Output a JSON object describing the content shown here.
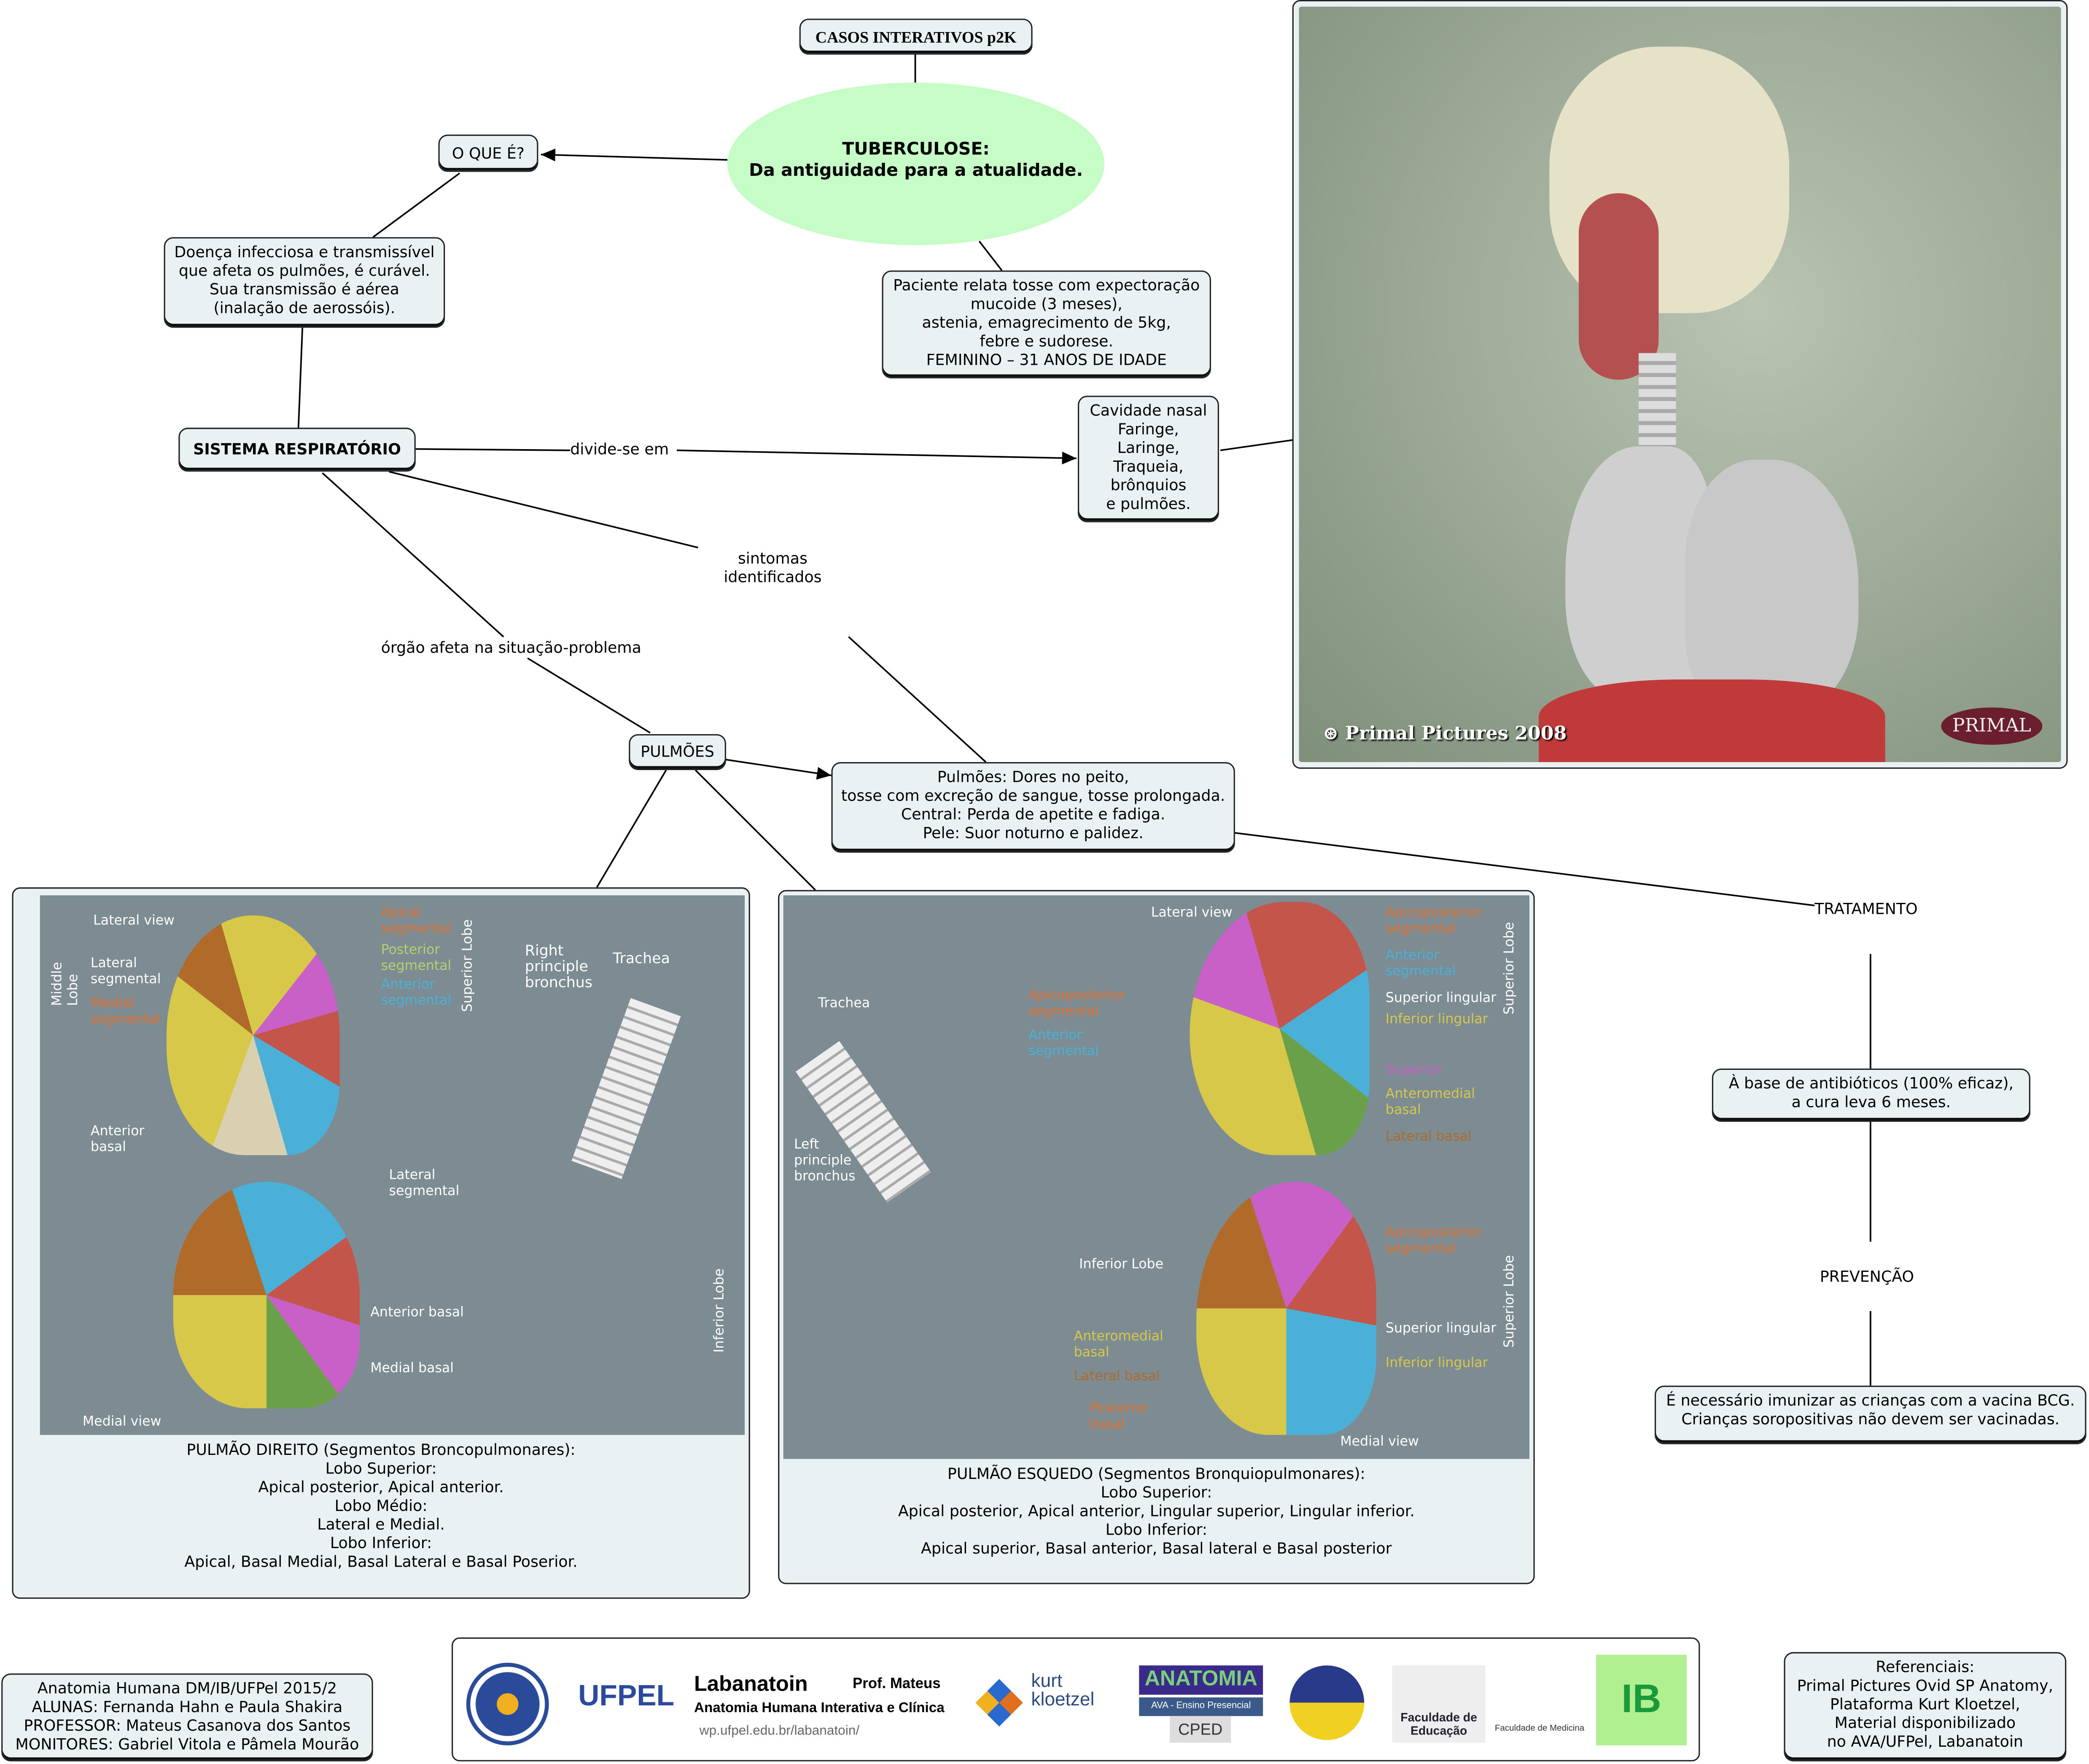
{
  "header": {
    "title": "CASOS INTERATIVOS p2K"
  },
  "central": {
    "line1": "TUBERCULOSE:",
    "line2": "Da antiguidade para a atualidade."
  },
  "nodes": {
    "oque": "O QUE É?",
    "definicao": "Doença infecciosa e transmissível\nque afeta os pulmões, é curável.\nSua transmissão é aérea\n(inalação de aerossóis).",
    "caso": "Paciente relata tosse com expectoração\nmucoide (3 meses),\nastenia, emagrecimento de 5kg,\nfebre e sudorese.\nFEMININO – 31 ANOS DE IDADE",
    "sistema": "SISTEMA RESPIRATÓRIO",
    "partes": "Cavidade nasal\nFaringe,\nLaringe,\nTraqueia,\nbrônquios\ne pulmões.",
    "pulmoes": "PULMÕES",
    "sintomas": "Pulmões: Dores no peito,\ntosse com excreção de sangue, tosse prolongada.\nCentral: Perda de apetite e fadiga.\nPele: Suor noturno e palidez.",
    "tratamento_texto": "À base de antibióticos (100% eficaz),\na cura leva 6 meses.",
    "prevencao_texto": "É necessário imunizar as crianças com a vacina BCG.\nCrianças soropositivas não devem ser vacinadas.",
    "creditos": "Anatomia Humana DM/IB/UFPel 2015/2\nALUNAS: Fernanda Hahn e Paula Shakira\nPROFESSOR: Mateus Casanova dos Santos\nMONITORES: Gabriel Vitola e Pâmela Mourão",
    "referencias": "Referenciais:\nPrimal Pictures Ovid SP Anatomy,\nPlataforma Kurt Kloetzel,\nMaterial disponibilizado\nno AVA/UFPel, Labanatoin"
  },
  "links": {
    "divide": "divide-se em",
    "sintomas": "sintomas\nidentificados",
    "orgao": "órgão afeta na situação-problema",
    "tratamento": "TRATAMENTO",
    "prevencao": "PREVENÇÃO"
  },
  "image3d": {
    "watermark": "Primal Pictures 2008",
    "brand": "PRIMAL"
  },
  "right_lung": {
    "caption": "PULMÃO DIREITO (Segmentos Broncopulmonares):\nLobo Superior:\nApical posterior, Apical anterior.\nLobo Médio:\nLateral e Medial.\nLobo Inferior:\nApical, Basal Medial, Basal Lateral e Basal Poserior.",
    "labels": {
      "lateral": "Lateral view",
      "medial": "Medial view",
      "trachea": "Trachea",
      "bronchus": "Right\nprinciple\nbronchus",
      "apical": "Apical\nsegmental",
      "posterior": "Posterior\nsegmental",
      "anterior": "Anterior\nsegmental",
      "lat_seg": "Lateral\nsegmental",
      "med_seg": "Medial\nsegmental",
      "ant_basal": "Anterior\nbasal",
      "ant_basal2": "Anterior basal",
      "medial_basal": "Medial basal",
      "sup_lobe": "Superior Lobe",
      "inf_lobe": "Inferior Lobe",
      "mid_lobe": "Middle\nLobe"
    }
  },
  "left_lung": {
    "caption": "PULMÃO ESQUEDO (Segmentos Bronquiopulmonares):\nLobo Superior:\nApical posterior, Apical anterior, Lingular superior, Lingular inferior.\nLobo Inferior:\nApical superior, Basal anterior, Basal lateral e Basal posterior",
    "labels": {
      "lateral": "Lateral view",
      "medial": "Medial view",
      "trachea": "Trachea",
      "bronchus": "Left\nprinciple\nbronchus",
      "apico": "Apicoposterior\nsegmental",
      "anterior": "Anterior\nsegmental",
      "sup_ling": "Superior lingular",
      "inf_ling": "Inferior lingular",
      "superior": "Superior",
      "anteromedial": "Anteromedial\nbasal",
      "lateral_basal": "Lateral basal",
      "inf_lobe": "Inferior Lobe",
      "sup_lobe": "Superior Lobe",
      "posterior_basal": "Posterior\nbasal"
    }
  },
  "logos": {
    "ufpel": "UFPEL",
    "labanatoin": "Labanatoin",
    "labanatoin_sub": "Anatomia Humana Interativa e Clínica",
    "prof": "Prof. Mateus",
    "url": "wp.ufpel.edu.br/labanatoin/",
    "kurt": "kurt\nkloetzel",
    "anatomia": "ANATOMIA",
    "ava": "AVA - Ensino Presencial",
    "cped": "CPED",
    "faced": "Faculdade de\nEducação",
    "famed": "Faculdade de Medicina",
    "ib": "IB"
  }
}
